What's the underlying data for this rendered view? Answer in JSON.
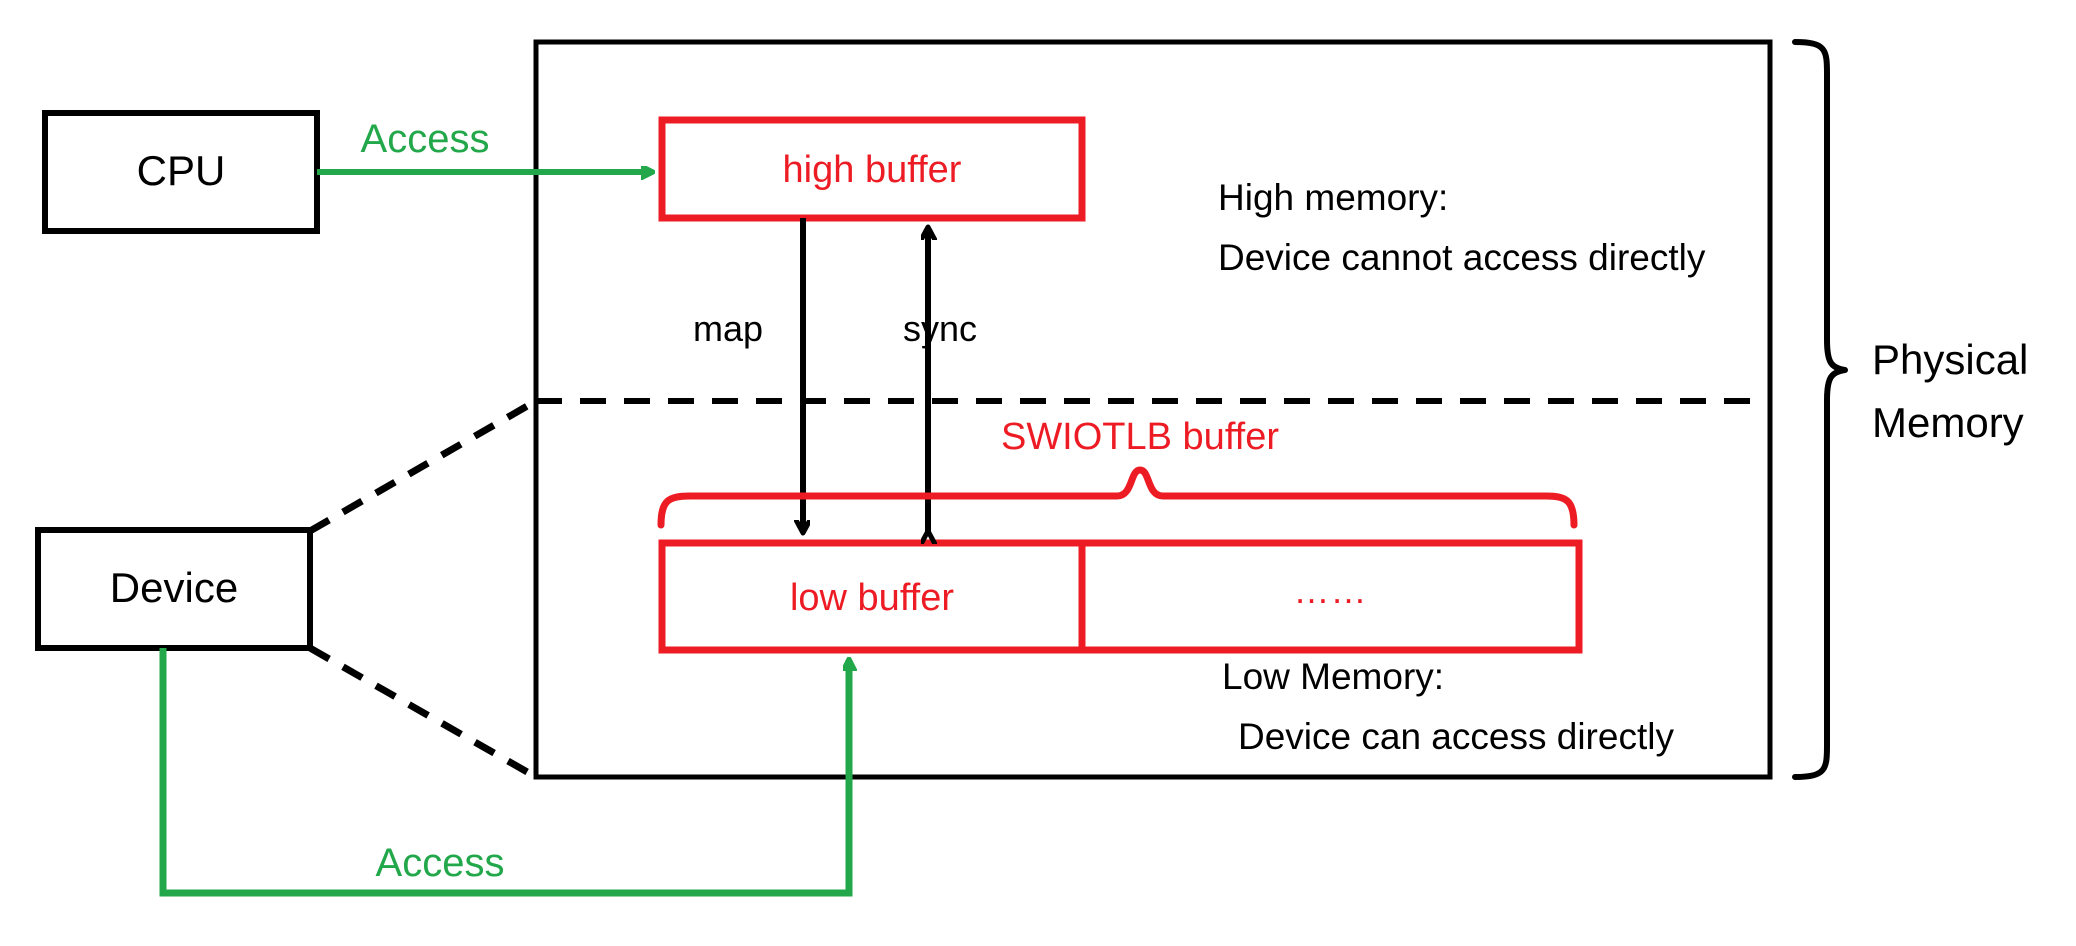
{
  "diagram": {
    "title_semantic": "SWIOTLB bounce buffer memory diagram",
    "colors": {
      "black": "#000000",
      "red": "#ED1C24",
      "green": "#22A84A",
      "background": "#FFFFFF"
    },
    "boxes": {
      "cpu": {
        "label": "CPU"
      },
      "device": {
        "label": "Device"
      },
      "high_buffer": {
        "label": "high buffer"
      },
      "low_buffer": {
        "label": "low buffer"
      },
      "ellipsis_buffer": {
        "label": "……"
      }
    },
    "arrows": {
      "cpu_access": {
        "label": "Access"
      },
      "device_access": {
        "label": "Access"
      },
      "map": {
        "label": "map"
      },
      "sync": {
        "label": "sync"
      }
    },
    "annotations": {
      "high_memory_line1": "High memory:",
      "high_memory_line2": "Device cannot access directly",
      "low_memory_line1": "Low Memory:",
      "low_memory_line2": "Device can access directly",
      "swiotlb_brace_label": "SWIOTLB buffer",
      "physical_memory_line1": "Physical",
      "physical_memory_line2": "Memory"
    }
  }
}
